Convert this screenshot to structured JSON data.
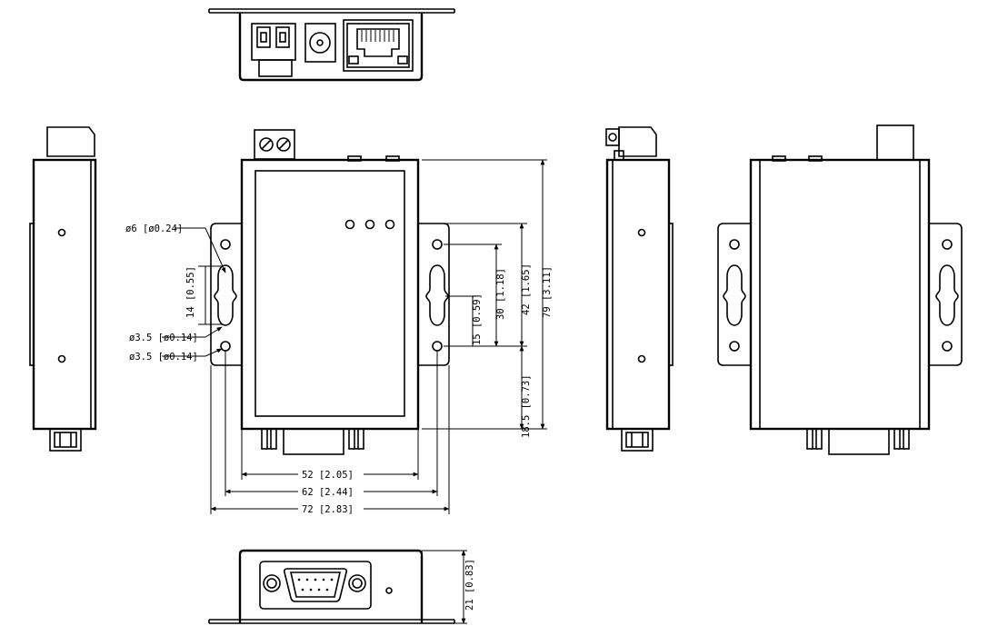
{
  "dimensions": {
    "hole_6": "ø6 [ø0.24]",
    "slot_14": "14 [0.55]",
    "hole_3_5_a": "ø3.5 [ø0.14]",
    "hole_3_5_b": "ø3.5 [ø0.14]",
    "v_15": "15 [0.59]",
    "v_30": "30 [1.18]",
    "v_42": "42 [1.65]",
    "v_79": "79 [3.11]",
    "v_18_5": "18.5 [0.73]",
    "h_52": "52 [2.05]",
    "h_62": "62 [2.44]",
    "h_72": "72 [2.83]",
    "v_21": "21 [0.83]"
  }
}
